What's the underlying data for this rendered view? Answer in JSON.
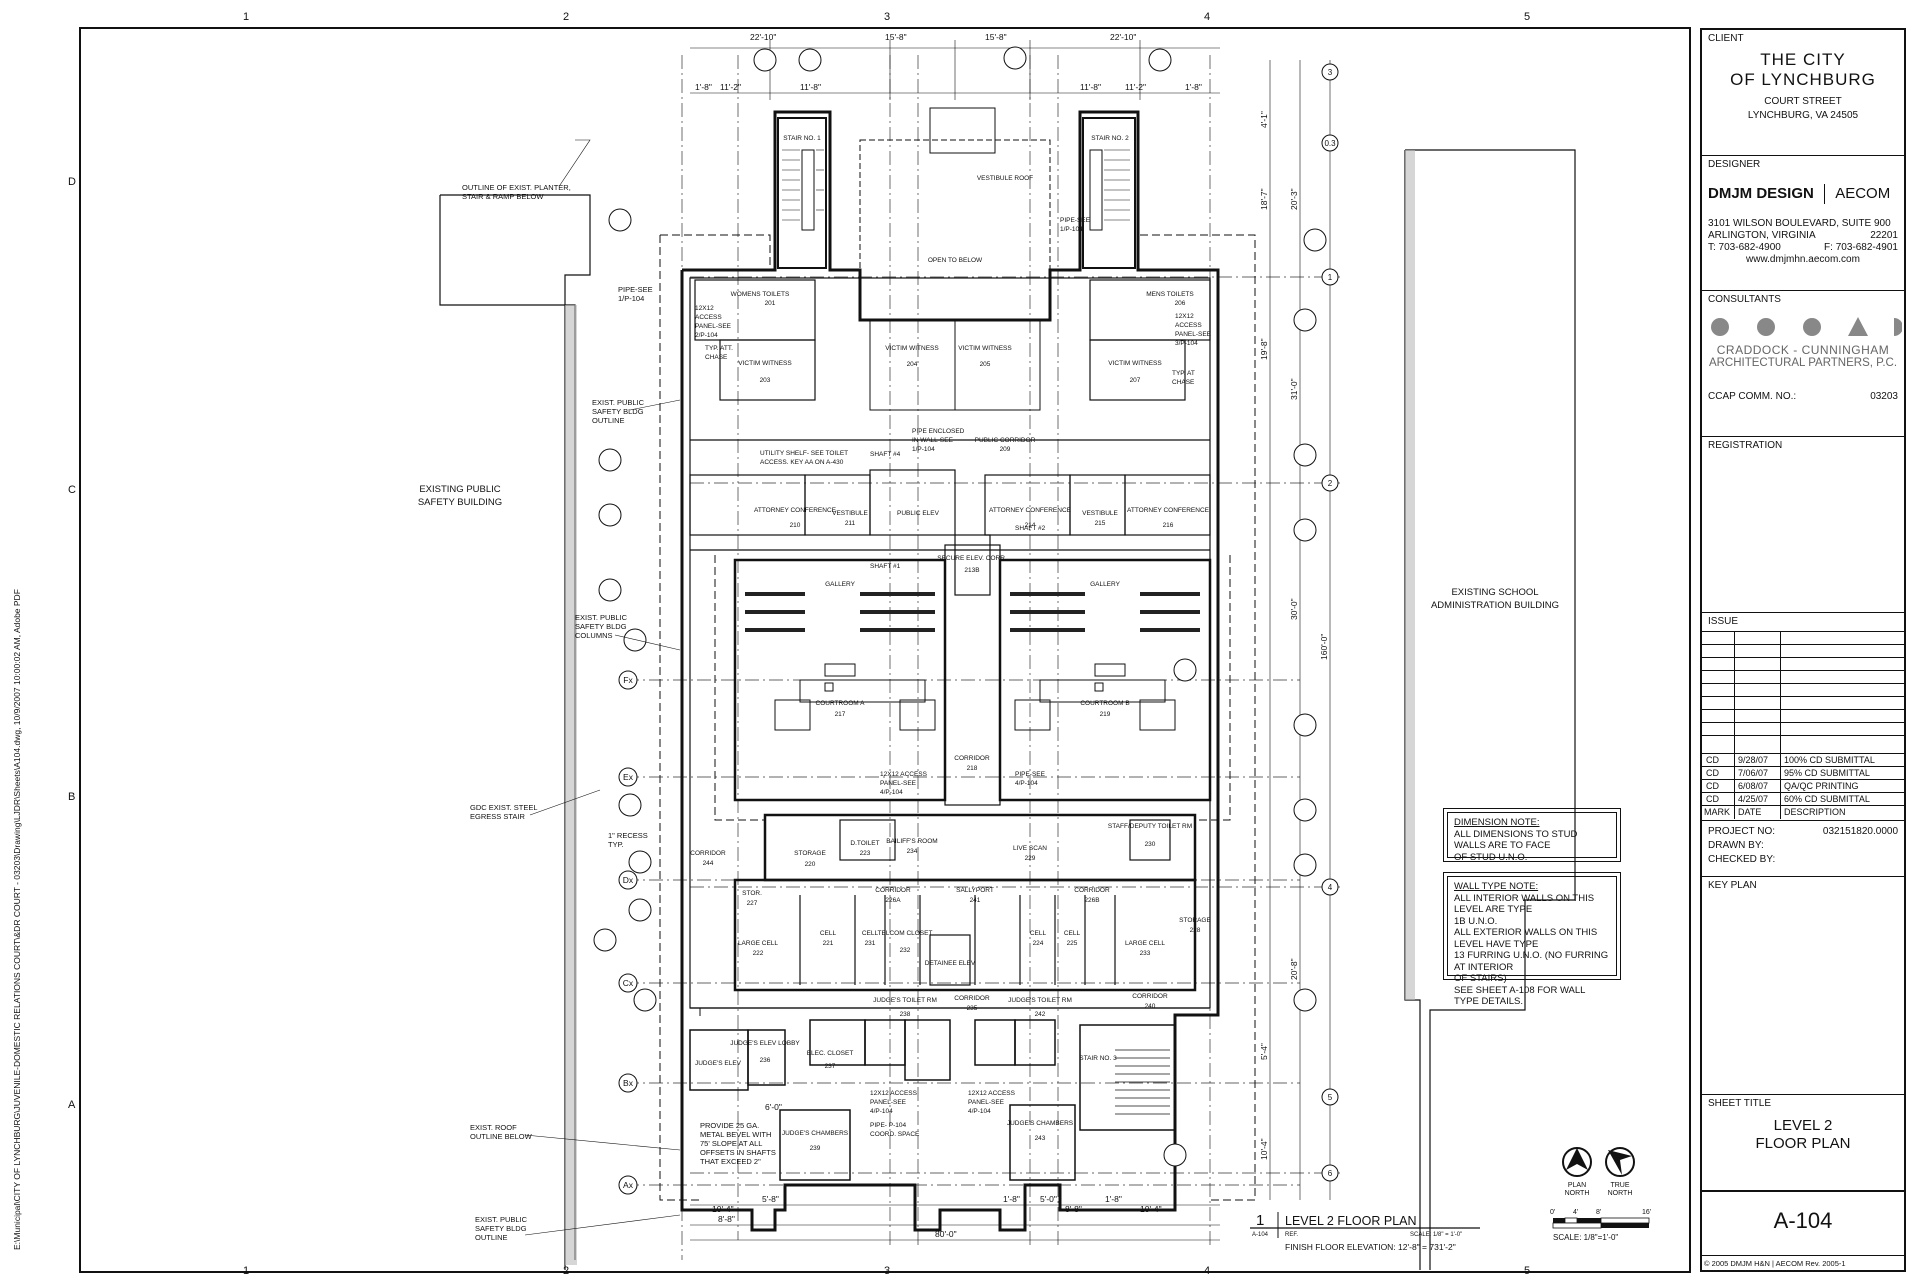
{
  "path_stamp": "E:\\Municipal\\CITY OF LYNCHBURG\\JUVENILE-DOMESTIC RELATIONS COURT\\&DR COURT - 03203\\Drawing\\LJDR\\Sheets\\A104.dwg, 10/9/2007 10:00:02 AM, Adobe PDF",
  "grid": {
    "columns": [
      "1",
      "2",
      "3",
      "4",
      "5"
    ],
    "rows": [
      "D",
      "C",
      "B",
      "A"
    ]
  },
  "title_block": {
    "client_header": "CLIENT",
    "client_line1": "THE CITY",
    "client_line2": "OF LYNCHBURG",
    "client_addr1": "COURT STREET",
    "client_addr2": "LYNCHBURG, VA  24505",
    "designer_header": "DESIGNER",
    "designer_name": "DMJM DESIGN",
    "designer_brand": "AECOM",
    "designer_addr1": "3101 WILSON BOULEVARD,  SUITE 900",
    "designer_addr2": "ARLINGTON,  VIRGINIA",
    "designer_zip": "22201",
    "designer_tel": "T: 703-682-4900",
    "designer_fax": "F: 703-682-4901",
    "designer_web": "www.dmjmhn.aecom.com",
    "consultants_header": "CONSULTANTS",
    "consultant_line1": "CRADDOCK - CUNNINGHAM",
    "consultant_line2": "ARCHITECTURAL PARTNERS, P.C.",
    "ccap_label": "CCAP COMM. NO.:",
    "ccap_value": "03203",
    "registration_header": "REGISTRATION",
    "issue_header": "ISSUE",
    "issues": [
      {
        "mark": "CD",
        "date": "9/28/07",
        "desc": "100% CD SUBMITTAL"
      },
      {
        "mark": "CD",
        "date": "7/06/07",
        "desc": "95% CD SUBMITTAL"
      },
      {
        "mark": "CD",
        "date": "6/08/07",
        "desc": "QA/QC PRINTING"
      },
      {
        "mark": "CD",
        "date": "4/25/07",
        "desc": "60% CD SUBMITTAL"
      }
    ],
    "issue_cols": {
      "mark": "MARK",
      "date": "DATE",
      "desc": "DESCRIPTION"
    },
    "project_no_label": "PROJECT NO:",
    "project_no": "032151820.0000",
    "drawn_by": "DRAWN BY:",
    "checked_by": "CHECKED BY:",
    "key_plan_header": "KEY PLAN",
    "sheet_title_header": "SHEET TITLE",
    "sheet_title1": "LEVEL 2",
    "sheet_title2": "FLOOR PLAN",
    "sheet_number": "A-104",
    "copyright": "© 2005 DMJM H&N | AECOM   Rev. 2005-1"
  },
  "notes": {
    "dimension_title": "DIMENSION NOTE:",
    "dimension_text": [
      "ALL DIMENSIONS TO STUD WALLS ARE TO FACE",
      "OF STUD U.N.O."
    ],
    "walltype_title": "WALL TYPE NOTE:",
    "walltype_text": [
      "ALL INTERIOR WALLS ON THIS LEVEL ARE TYPE",
      "1B U.N.O.",
      "ALL EXTERIOR WALLS ON THIS LEVEL HAVE TYPE",
      "13 FURRING U.N.O. (NO FURRING AT INTERIOR",
      "OF STAIRS)",
      "SEE SHEET A-108 FOR WALL TYPE DETAILS."
    ]
  },
  "north": {
    "plan": "PLAN",
    "plan2": "NORTH",
    "true": "TRUE",
    "true2": "NORTH"
  },
  "scale_bar": {
    "ticks": [
      "0'",
      "4'",
      "8'",
      "16'"
    ],
    "label": "SCALE:  1/8\"=1'-0\""
  },
  "drawing_title": {
    "number": "1",
    "title": "LEVEL 2 FLOOR PLAN",
    "ref_left": "A-104",
    "ref": "REF.",
    "scale": "SCALE: 1/8\" = 1'-0\"",
    "elevation": "FINISH FLOOR ELEVATION:  12'-8\" = 731'-2\""
  },
  "context_labels": {
    "existing_public": [
      "EXISTING PUBLIC",
      "SAFETY BUILDING"
    ],
    "existing_school": [
      "EXISTING SCHOOL",
      "ADMINISTRATION BUILDING"
    ],
    "planter": [
      "OUTLINE OF EXIST. PLANTER,",
      "STAIR & RAMP BELOW"
    ],
    "psb_outline": [
      "EXIST. PUBLIC",
      "SAFETY BLDG",
      "OUTLINE"
    ],
    "psb_columns": [
      "EXIST. PUBLIC",
      "SAFETY BLDG",
      "COLUMNS"
    ],
    "egress": [
      "GDC EXIST. STEEL",
      "EGRESS STAIR"
    ],
    "roof_outline": [
      "EXIST. ROOF",
      "OUTLINE BELOW"
    ],
    "psb_outline2": [
      "EXIST. PUBLIC",
      "SAFETY BLDG",
      "OUTLINE"
    ],
    "pipe_see": [
      "PIPE-SEE",
      "1/P-104"
    ],
    "recess": [
      "1\" RECESS",
      "TYP."
    ],
    "provide": [
      "PROVIDE 25 GA.",
      "METAL BEVEL WITH",
      "75' SLOPE AT ALL",
      "OFFSETS IN SHAFTS",
      "THAT EXCEED 2\""
    ]
  },
  "gridlines_left": [
    "Fx",
    "Ex",
    "Dx",
    "Cx",
    "Bx",
    "Ax"
  ],
  "gridlines_right": [
    "0.3",
    "1",
    "2",
    "3",
    "4",
    "5",
    "6"
  ],
  "rooms": [
    {
      "name": "STAIR NO. 1",
      "num": ""
    },
    {
      "name": "STAIR NO. 2",
      "num": ""
    },
    {
      "name": "VESTIBULE ROOF",
      "num": ""
    },
    {
      "name": "OPEN TO BELOW",
      "num": ""
    },
    {
      "name": "WOMENS TOILETS",
      "num": "201"
    },
    {
      "name": "MENS TOILETS",
      "num": "206"
    },
    {
      "name": "VICTIM WITNESS",
      "num": "203"
    },
    {
      "name": "VICTIM WITNESS",
      "num": "204"
    },
    {
      "name": "VICTIM WITNESS",
      "num": "205"
    },
    {
      "name": "VICTIM WITNESS",
      "num": "207"
    },
    {
      "name": "PUBLIC CORRIDOR",
      "num": "209"
    },
    {
      "name": "ATTORNEY CONFERENCE",
      "num": "210"
    },
    {
      "name": "VESTIBULE",
      "num": "211"
    },
    {
      "name": "PUBLIC ELEV",
      "num": ""
    },
    {
      "name": "ATTORNEY CONFERENCE",
      "num": "214"
    },
    {
      "name": "VESTIBULE",
      "num": "215"
    },
    {
      "name": "ATTORNEY CONFERENCE",
      "num": "216"
    },
    {
      "name": "GALLERY",
      "num": ""
    },
    {
      "name": "GALLERY",
      "num": ""
    },
    {
      "name": "COURTROOM A",
      "num": "217"
    },
    {
      "name": "COURTROOM B",
      "num": "219"
    },
    {
      "name": "CORRIDOR",
      "num": "218"
    },
    {
      "name": "SECURE ELEV. CORR.",
      "num": "213B"
    },
    {
      "name": "STORAGE",
      "num": "220"
    },
    {
      "name": "D.TOILET",
      "num": "223"
    },
    {
      "name": "BAILIFF'S ROOM",
      "num": "234"
    },
    {
      "name": "LIVE SCAN",
      "num": "229"
    },
    {
      "name": "STAFF/DEPUTY TOILET RM",
      "num": "230"
    },
    {
      "name": "CORRIDOR",
      "num": "244"
    },
    {
      "name": "CORRIDOR",
      "num": "226A"
    },
    {
      "name": "CORRIDOR",
      "num": "226B"
    },
    {
      "name": "SALLYPORT",
      "num": "241"
    },
    {
      "name": "STOR.",
      "num": "227"
    },
    {
      "name": "LARGE CELL",
      "num": "222"
    },
    {
      "name": "CELL",
      "num": "221"
    },
    {
      "name": "CELL",
      "num": "231"
    },
    {
      "name": "TELCOM CLOSET",
      "num": "232"
    },
    {
      "name": "DETAINEE ELEV",
      "num": ""
    },
    {
      "name": "CELL",
      "num": "224"
    },
    {
      "name": "CELL",
      "num": "225"
    },
    {
      "name": "LARGE CELL",
      "num": "233"
    },
    {
      "name": "STORAGE",
      "num": "228"
    },
    {
      "name": "CORRIDOR",
      "num": "235"
    },
    {
      "name": "CORRIDOR",
      "num": "240"
    },
    {
      "name": "JUDGE'S TOILET RM",
      "num": "238"
    },
    {
      "name": "JUDGE'S TOILET RM",
      "num": "242"
    },
    {
      "name": "JUDGE'S ELEV",
      "num": ""
    },
    {
      "name": "JUDGE'S ELEV LOBBY",
      "num": "236"
    },
    {
      "name": "ELEC. CLOSET",
      "num": "237"
    },
    {
      "name": "JUDGE'S CHAMBERS",
      "num": "239"
    },
    {
      "name": "JUDGE'S CHAMBERS",
      "num": "243"
    },
    {
      "name": "STAIR NO. 3",
      "num": ""
    }
  ],
  "annotations": {
    "shaft1": "SHAFT #1",
    "shaft2": "SHAFT #2",
    "shaft4": "SHAFT #4",
    "utility": [
      "UTILITY SHELF- SEE TOILET",
      "ACCESS. KEY AA ON A-430"
    ],
    "pipe_enclosed": [
      "PIPE ENCLOSED",
      "IN WALL-SEE",
      "1/P-104"
    ],
    "access1": [
      "12X12 ACCESS",
      "PANEL-SEE",
      "4/P-104"
    ],
    "pipe_see2": [
      "PIPE-SEE",
      "4/P-104"
    ],
    "access2": [
      "12X12 ACCESS",
      "PANEL-SEE",
      "4/P-104"
    ],
    "pipe_coord": [
      "PIPE- P-104",
      "COORD. SPACE"
    ],
    "access3": [
      "12X12 ACCESS",
      "PANEL-SEE",
      "4/P-104"
    ],
    "access_w": [
      "12X12",
      "ACCESS",
      "PANEL-SEE",
      "2/P-104"
    ],
    "access_m": [
      "12X12",
      "ACCESS",
      "PANEL-SEE",
      "3/P-104"
    ],
    "chase_w": [
      "TYP. ATT.",
      "CHASE"
    ],
    "chase_m": [
      "TYP. AT",
      "CHASE"
    ],
    "pipe_see3": [
      "PIPE-SEE",
      "1/P-104"
    ]
  },
  "dimensions": {
    "top": [
      "22'-10\"",
      "15'-8\"",
      "15'-8\"",
      "22'-10\""
    ],
    "top2": [
      "1'-8\"",
      "11'-2\"",
      "11'-8\"",
      "11'-8\"",
      "11'-2\"",
      "1'-8\""
    ],
    "bottom": [
      "5'-8\"",
      "8'-8\"",
      "10'-4\"",
      "1'-8\"",
      "6'-0\"",
      "80'-0\"",
      "5'-0\"",
      "8'-8\"",
      "1'-8\"",
      "10'-4\""
    ],
    "right": [
      "4'-1\"",
      "18'-7\"",
      "20'-3\"",
      "19'-8\"",
      "31'-0\"",
      "30'-0\"",
      "160'-0\"",
      "20'-8\"",
      "10'-4\"",
      "5'-4\""
    ]
  }
}
